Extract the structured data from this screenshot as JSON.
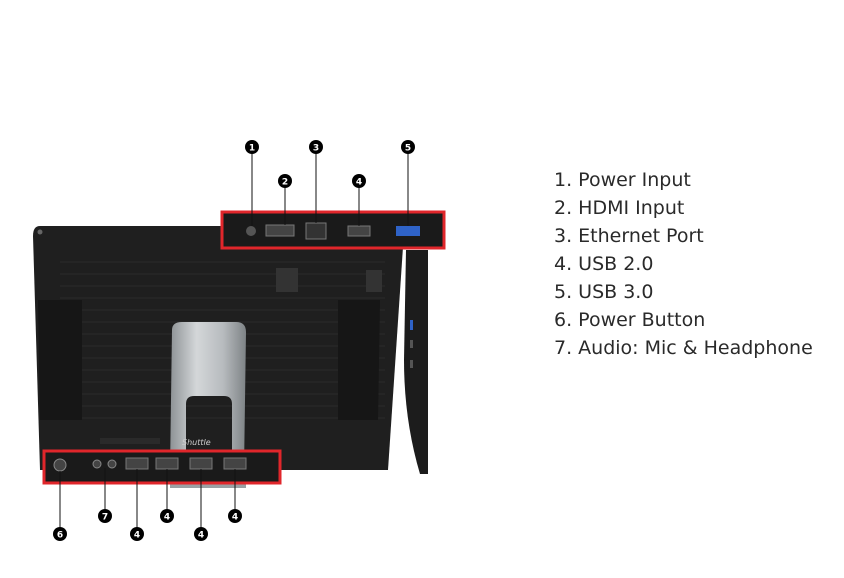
{
  "legend": [
    "1. Power Input",
    "2. HDMI Input",
    "3. Ethernet Port",
    "4. USB 2.0",
    "5. USB 3.0",
    "6. Power Button",
    "7. Audio: Mic & Headphone"
  ],
  "callouts": {
    "top": [
      "1",
      "2",
      "3",
      "4",
      "5"
    ],
    "bottom": [
      "6",
      "7",
      "4",
      "4",
      "4",
      "4"
    ]
  },
  "brand": "Shuttle",
  "colors": {
    "highlight": "#e0262b",
    "chassis": "#1e1e1e",
    "stand": "#b8bcbf",
    "usb3": "#2f63c8"
  }
}
